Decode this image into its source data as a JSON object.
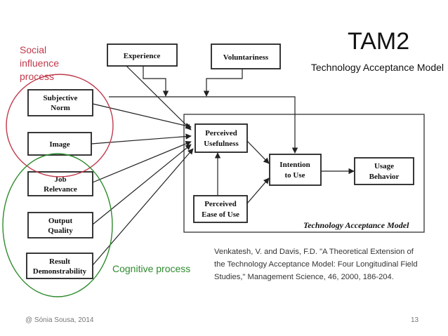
{
  "slide": {
    "title": "TAM2",
    "subtitle": "Technology Acceptance Model",
    "social_label": "Social\ninfluence\nprocess",
    "cognitive_label": "Cognitive process",
    "reference": "Venkatesh, V. and Davis, F.D. \"A Theoretical Extension of the Technology Acceptance Model: Four Longitudinal Field Studies,\" Management Science, 46, 2000, 186-204.",
    "footer_author": "@ Sónia Sousa, 2014",
    "page_number": "13"
  },
  "diagram": {
    "model_label": "Technology Acceptance Model",
    "nodes": {
      "experience": [
        "Experience"
      ],
      "voluntariness": [
        "Voluntariness"
      ],
      "subjective_norm": [
        "Subjective",
        "Norm"
      ],
      "image": [
        "Image"
      ],
      "job_relevance": [
        "Job",
        "Relevance"
      ],
      "output_quality": [
        "Output",
        "Quality"
      ],
      "result_demonstrability": [
        "Result",
        "Demonstrability"
      ],
      "perceived_usefulness": [
        "Perceived",
        "Usefulness"
      ],
      "perceived_ease_of_use": [
        "Perceived",
        "Ease of Use"
      ],
      "intention_to_use": [
        "Intention",
        "to Use"
      ],
      "usage_behavior": [
        "Usage",
        "Behavior"
      ]
    }
  },
  "colors": {
    "social_circle": "#c0394b",
    "cognitive_circle": "#2e8b2e"
  }
}
